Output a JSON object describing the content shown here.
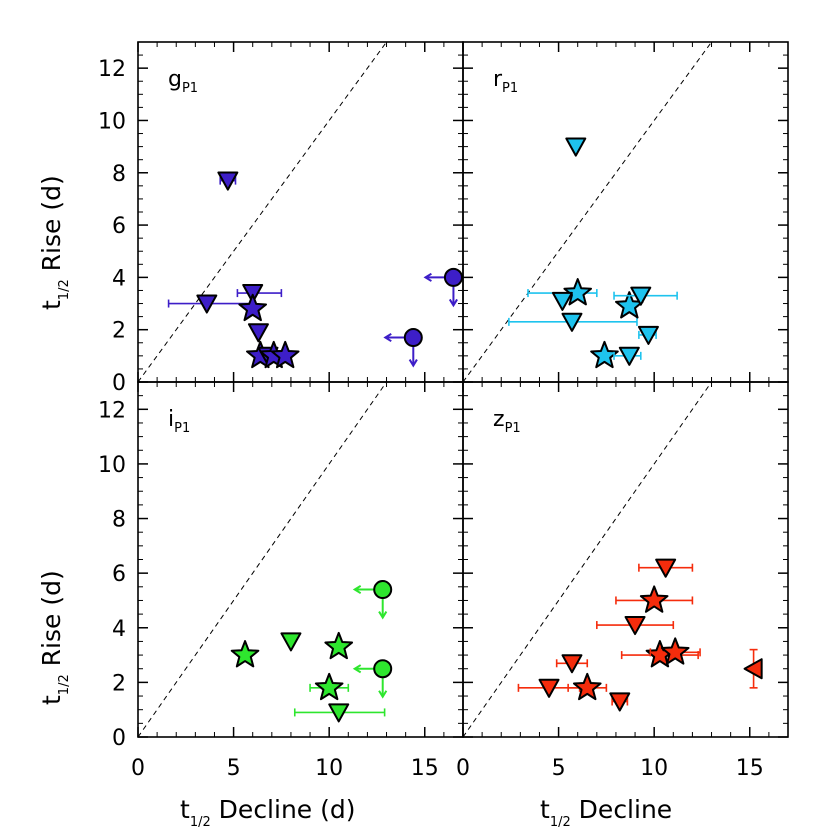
{
  "chart_data": [
    {
      "type": "scatter",
      "panel": "gP1",
      "label_main": "g",
      "label_sub": "P1",
      "color": "#3d1ec8",
      "xlim": [
        0,
        17
      ],
      "ylim": [
        0,
        13
      ],
      "x_ticks": [
        0,
        5,
        10,
        15
      ],
      "y_ticks": [
        0,
        2,
        4,
        6,
        8,
        10,
        12
      ],
      "reference_line": "y = x",
      "points": [
        {
          "x": 4.7,
          "y": 7.7,
          "marker": "triangle-down",
          "xerr": [
            0.4,
            0.4
          ]
        },
        {
          "x": 3.6,
          "y": 3.0,
          "marker": "triangle-down",
          "xerr": [
            2.0,
            2.4
          ]
        },
        {
          "x": 6.0,
          "y": 3.4,
          "marker": "triangle-down",
          "xerr": [
            0.8,
            1.5
          ]
        },
        {
          "x": 6.0,
          "y": 2.8,
          "marker": "star"
        },
        {
          "x": 6.3,
          "y": 1.9,
          "marker": "triangle-down"
        },
        {
          "x": 6.4,
          "y": 1.0,
          "marker": "star"
        },
        {
          "x": 6.8,
          "y": 1.0,
          "marker": "triangle-down"
        },
        {
          "x": 7.1,
          "y": 1.0,
          "marker": "star"
        },
        {
          "x": 7.7,
          "y": 1.0,
          "marker": "star"
        },
        {
          "x": 14.4,
          "y": 1.7,
          "marker": "circle",
          "upper_x": true,
          "upper_y": true
        },
        {
          "x": 16.5,
          "y": 4.0,
          "marker": "circle",
          "upper_x": true,
          "upper_y": true
        }
      ]
    },
    {
      "type": "scatter",
      "panel": "rP1",
      "label_main": "r",
      "label_sub": "P1",
      "color": "#1ec3ee",
      "xlim": [
        0,
        17
      ],
      "ylim": [
        0,
        13
      ],
      "x_ticks": [
        0,
        5,
        10,
        15
      ],
      "y_ticks": [
        0,
        2,
        4,
        6,
        8,
        10,
        12
      ],
      "reference_line": "y = x",
      "points": [
        {
          "x": 5.9,
          "y": 9.0,
          "marker": "triangle-down"
        },
        {
          "x": 6.0,
          "y": 3.4,
          "marker": "star",
          "xerr": [
            2.6,
            1.0
          ]
        },
        {
          "x": 5.2,
          "y": 3.1,
          "marker": "triangle-down"
        },
        {
          "x": 5.7,
          "y": 2.3,
          "marker": "triangle-down",
          "xerr": [
            3.3,
            3.4
          ]
        },
        {
          "x": 8.7,
          "y": 2.9,
          "marker": "star"
        },
        {
          "x": 9.3,
          "y": 3.3,
          "marker": "triangle-down",
          "xerr": [
            1.4,
            1.9
          ]
        },
        {
          "x": 9.7,
          "y": 1.8,
          "marker": "triangle-down",
          "xerr": [
            0.5,
            0.4
          ]
        },
        {
          "x": 7.4,
          "y": 1.0,
          "marker": "star"
        },
        {
          "x": 8.7,
          "y": 1.0,
          "marker": "triangle-down",
          "xerr": [
            0.8,
            0.6
          ]
        }
      ]
    },
    {
      "type": "scatter",
      "panel": "iP1",
      "label_main": "i",
      "label_sub": "P1",
      "color": "#2ee62e",
      "xlim": [
        0,
        17
      ],
      "ylim": [
        0,
        13
      ],
      "x_ticks": [
        0,
        5,
        10,
        15
      ],
      "y_ticks": [
        0,
        2,
        4,
        6,
        8,
        10,
        12
      ],
      "reference_line": "y = x",
      "points": [
        {
          "x": 5.6,
          "y": 3.0,
          "marker": "star"
        },
        {
          "x": 8.0,
          "y": 3.5,
          "marker": "triangle-down"
        },
        {
          "x": 10.5,
          "y": 3.3,
          "marker": "star"
        },
        {
          "x": 10.0,
          "y": 1.8,
          "marker": "star",
          "xerr": [
            1.0,
            1.0
          ]
        },
        {
          "x": 10.5,
          "y": 0.9,
          "marker": "triangle-down",
          "xerr": [
            2.3,
            2.4
          ]
        },
        {
          "x": 12.8,
          "y": 5.4,
          "marker": "circle",
          "upper_x": true,
          "upper_y": true
        },
        {
          "x": 12.8,
          "y": 2.5,
          "marker": "circle",
          "upper_x": true,
          "upper_y": true
        }
      ]
    },
    {
      "type": "scatter",
      "panel": "zP1",
      "label_main": "z",
      "label_sub": "P1",
      "color": "#f52c0c",
      "xlim": [
        0,
        17
      ],
      "ylim": [
        0,
        13
      ],
      "x_ticks": [
        0,
        5,
        10,
        15
      ],
      "y_ticks": [
        0,
        2,
        4,
        6,
        8,
        10,
        12
      ],
      "reference_line": "y = x",
      "points": [
        {
          "x": 10.6,
          "y": 6.2,
          "marker": "triangle-down",
          "xerr": [
            1.4,
            1.4
          ]
        },
        {
          "x": 10.0,
          "y": 5.0,
          "marker": "star",
          "xerr": [
            2.0,
            2.0
          ]
        },
        {
          "x": 9.0,
          "y": 4.1,
          "marker": "triangle-down",
          "xerr": [
            2.0,
            2.0
          ]
        },
        {
          "x": 10.3,
          "y": 3.0,
          "marker": "star",
          "xerr": [
            2.0,
            2.0
          ]
        },
        {
          "x": 11.1,
          "y": 3.1,
          "marker": "star",
          "xerr": [
            1.3,
            1.3
          ]
        },
        {
          "x": 15.2,
          "y": 2.5,
          "marker": "triangle-left",
          "yerr": [
            0.7,
            0.7
          ]
        },
        {
          "x": 5.7,
          "y": 2.7,
          "marker": "triangle-down",
          "xerr": [
            0.8,
            0.8
          ]
        },
        {
          "x": 4.5,
          "y": 1.8,
          "marker": "triangle-down",
          "xerr": [
            1.6,
            1.6
          ]
        },
        {
          "x": 6.5,
          "y": 1.8,
          "marker": "star",
          "xerr": [
            1.0,
            1.0
          ]
        },
        {
          "x": 8.2,
          "y": 1.3,
          "marker": "triangle-down",
          "xerr": [
            0.4,
            0.4
          ]
        }
      ]
    }
  ],
  "axes": {
    "y_label_main": "t",
    "y_label_sub": "1/2",
    "y_label_rest": " Rise (d)",
    "x_label_left_main": "t",
    "x_label_left_sub": "1/2",
    "x_label_left_rest": " Decline (d)",
    "x_label_right_main": "t",
    "x_label_right_sub": "1/2",
    "x_label_right_rest": " Decline"
  }
}
